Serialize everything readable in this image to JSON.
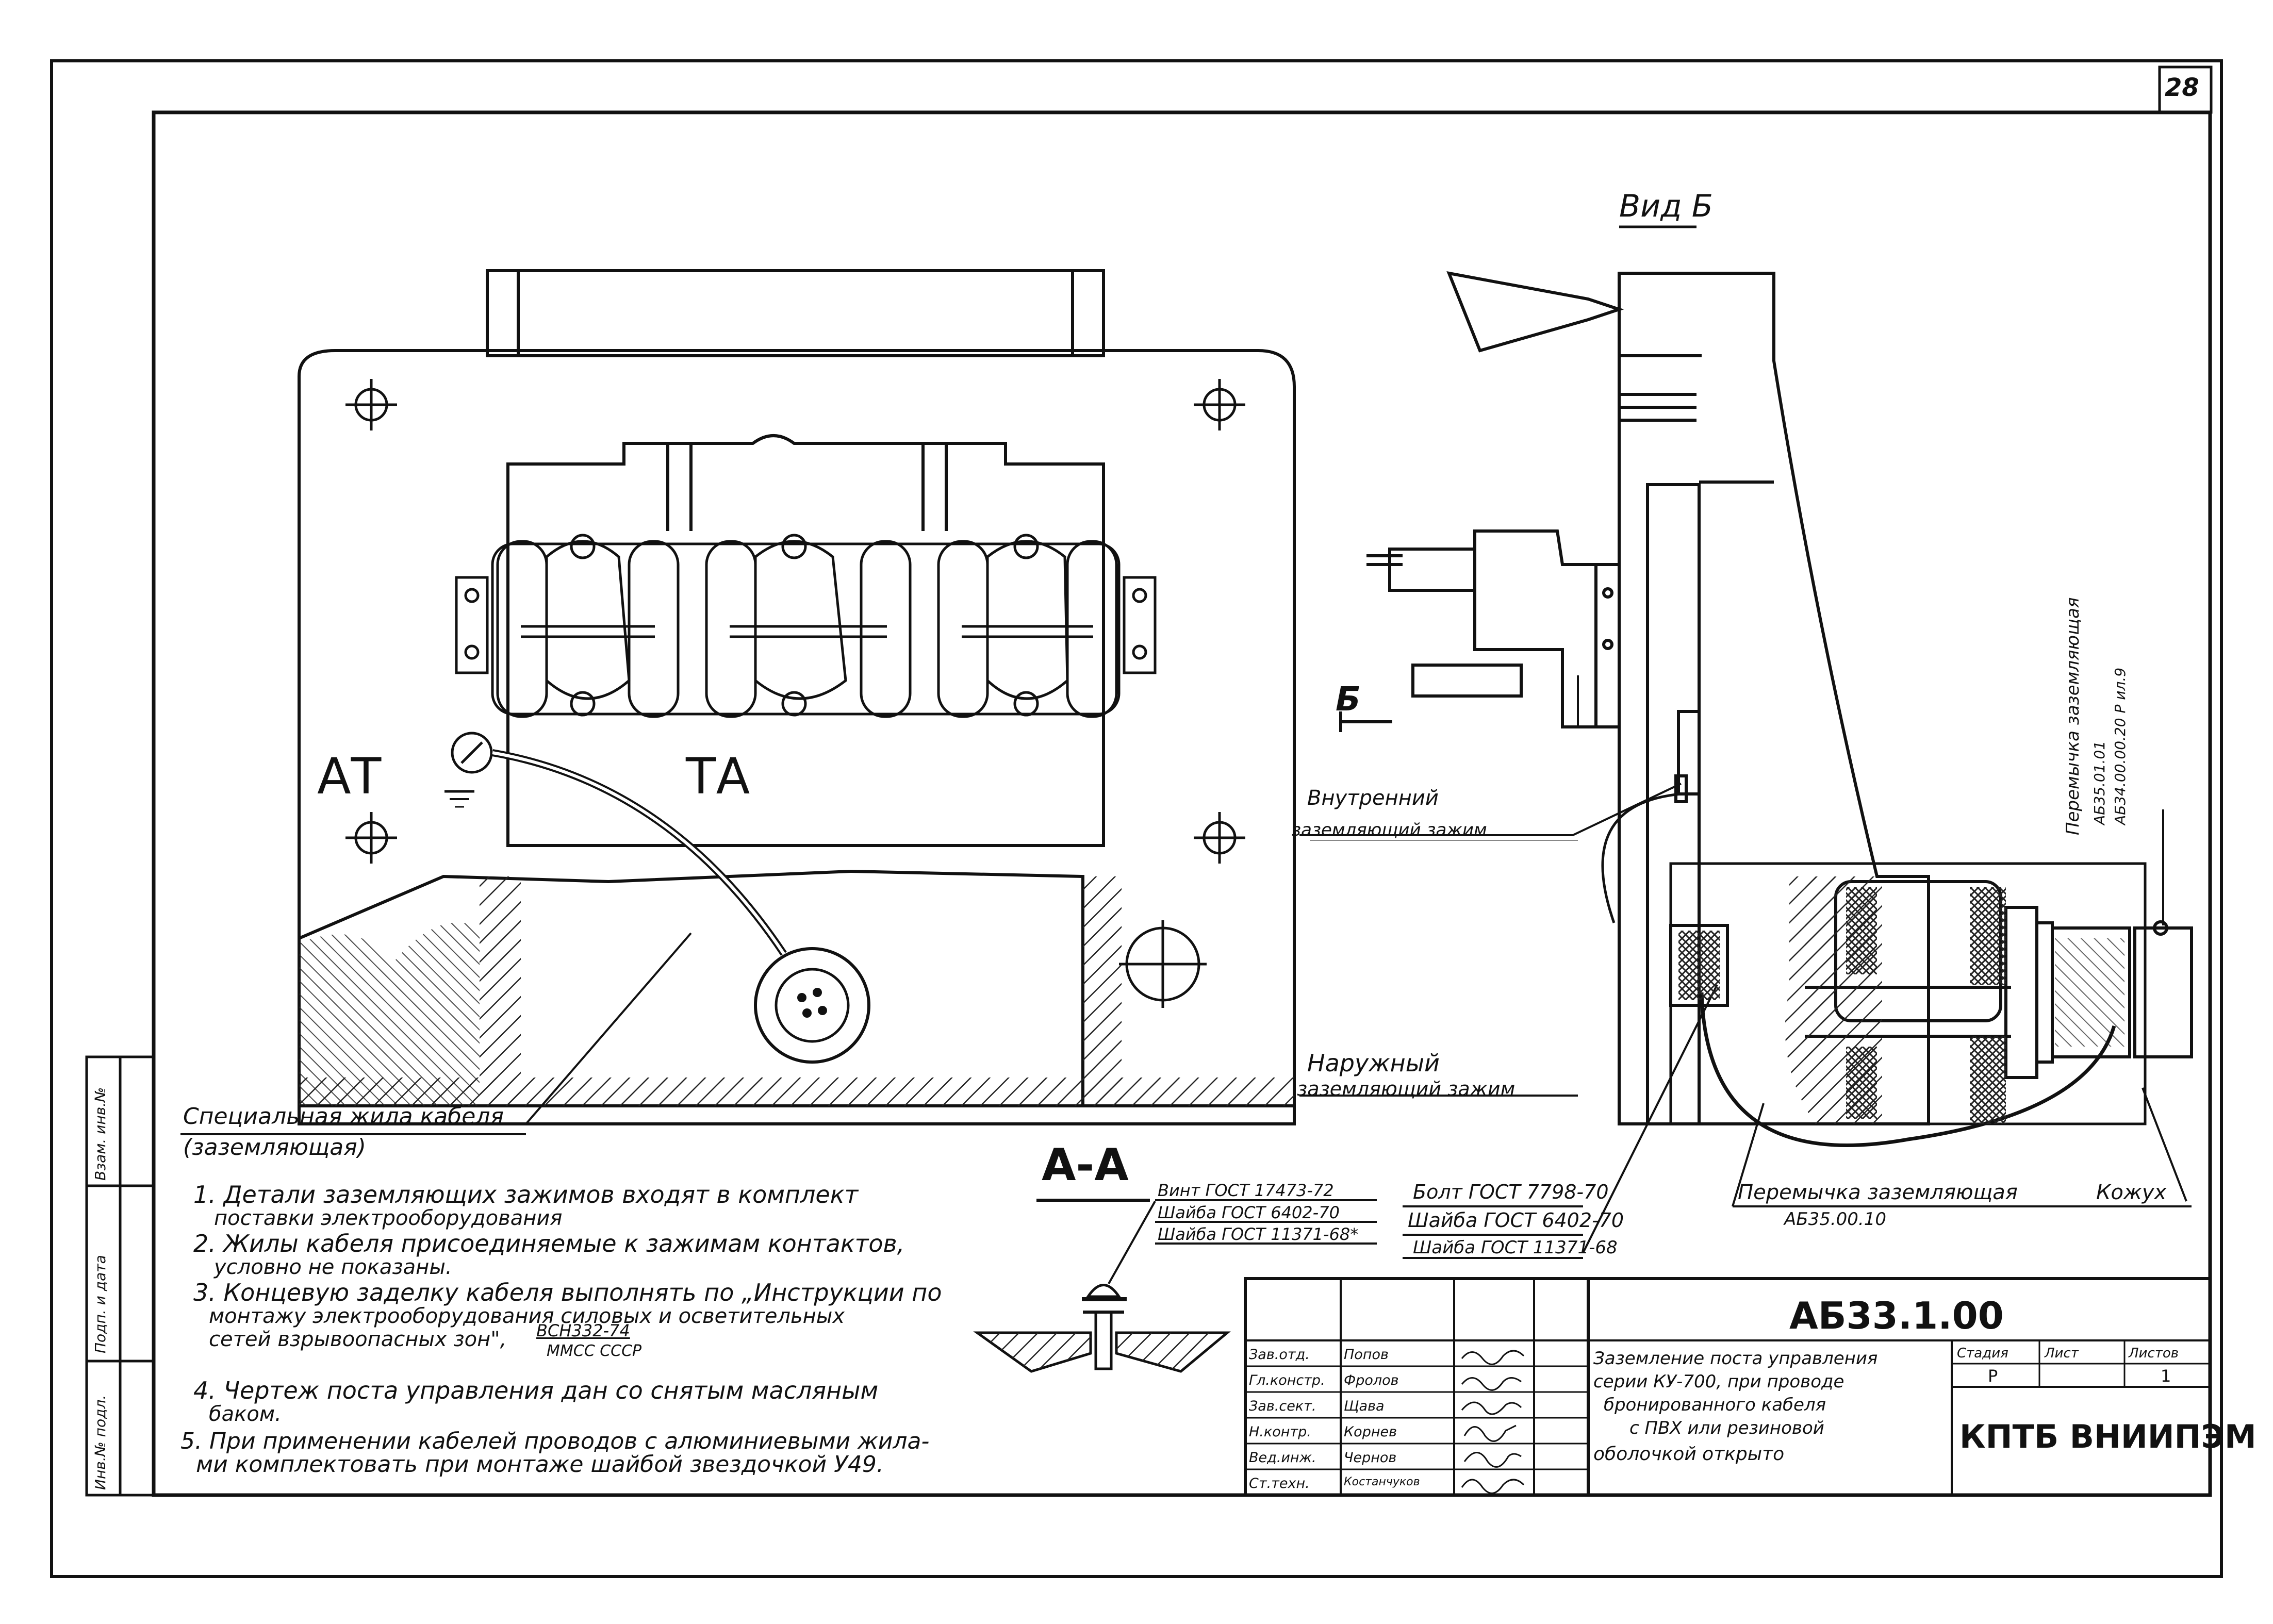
{
  "sheet": {
    "number": "28",
    "designation": "АБ33.1.00",
    "organization": "КПТБ ВНИИПЭМ"
  },
  "views": {
    "view_b_title": "Вид Б",
    "section_title": "А-А",
    "cut_mark": "Б",
    "terminal_left": "АТ",
    "terminal_right": "ТА"
  },
  "callouts": {
    "special_core_line1": "Специальная жила кабеля",
    "special_core_line2": "(заземляющая)",
    "inner_clamp_line1": "Внутренний",
    "inner_clamp_line2": "заземляющий зажим",
    "outer_clamp_line1": "Наружный",
    "outer_clamp_line2": "заземляющий зажим",
    "bolt": "Болт ГОСТ 7798-70",
    "washer_1": "Шайба ГОСТ 6402-70",
    "washer_2": "Шайба ГОСТ 11371-68",
    "jumper_bottom_line1": "Перемычка заземляющая",
    "jumper_bottom_line2": "АБ35.00.10",
    "casing": "Кожух",
    "jumper_right_line1": "Перемычка заземляющая",
    "jumper_right_line2": "АБ35.01.01",
    "jumper_right_line3": "АБ34.00.00.20 Р ил.9",
    "section_screw": "Винт ГОСТ 17473-72",
    "section_washer_1": "Шайба ГОСТ 6402-70",
    "section_washer_2": "Шайба ГОСТ 11371-68*"
  },
  "notes": [
    "1. Детали заземляющих зажимов входят в комплект",
    "поставки электрооборудования",
    "2. Жилы кабеля присоединяемые к зажимам контактов,",
    "условно не показаны.",
    "3. Концевую заделку кабеля выполнять по „Инструкции по",
    "монтажу электрооборудования силовых и осветительных",
    "сетей взрывоопасных зон\",",
    "ВСН332-74",
    "ММСС СССР",
    "4. Чертеж поста управления дан со снятым масляным",
    "баком.",
    "5. При применении кабелей проводов с алюминиевыми жила-",
    "ми комплектовать при монтаже шайбой звездочкой У49."
  ],
  "side_stamp": [
    "Инв.№ подл.",
    "Подп. и дата",
    "Взам. инв.№"
  ],
  "title_block": {
    "signers": [
      {
        "role": "Зав.отд.",
        "name": "Попов"
      },
      {
        "role": "Гл.констр.",
        "name": "Фролов"
      },
      {
        "role": "Зав.сект.",
        "name": "Щава"
      },
      {
        "role": "Н.контр.",
        "name": "Корнев"
      },
      {
        "role": "Вед.инж.",
        "name": "Чернов"
      },
      {
        "role": "Ст.техн.",
        "name": "Костанчуков"
      }
    ],
    "description": [
      "Заземление поста управления",
      "серии КУ-700, при проводе",
      "бронированного кабеля",
      "с ПВХ или резиновой",
      "оболочкой открыто"
    ],
    "stage_label": "Стадия",
    "sheet_label": "Лист",
    "sheets_label": "Листов",
    "stage": "Р",
    "sheets": "1"
  }
}
